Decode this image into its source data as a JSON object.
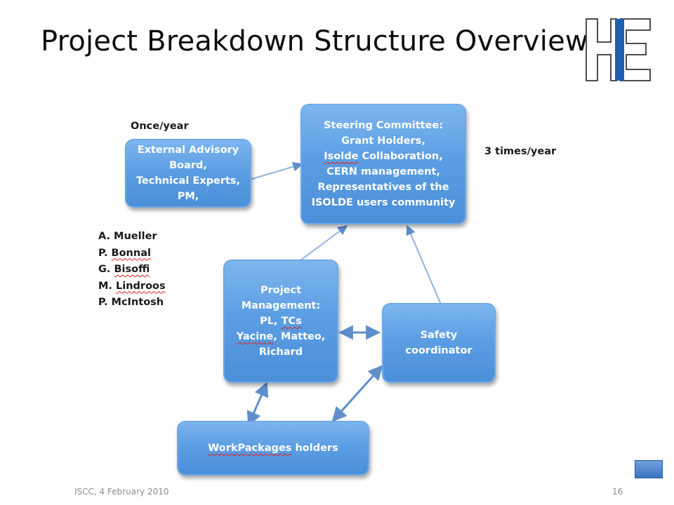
{
  "slide": {
    "title": "Project Breakdown Structure Overview",
    "footer_left": "ISCC, 4 February 2010",
    "page_number": "16"
  },
  "logo": {
    "icon": "he-logo-icon",
    "colors": {
      "outline": "#4d4d4d",
      "bar": "#1f5fb0"
    }
  },
  "colors": {
    "box_fill": "#5c9ee3",
    "box_border": "#6fa8e6",
    "arrow": "#5e8fcc",
    "spellcheck": "#e02020"
  },
  "labels": {
    "once_per_year": "Once/year",
    "three_times_per_year": "3 times/year"
  },
  "nodes": {
    "advisory": {
      "lines": [
        "External Advisory",
        "Board,",
        "Technical Experts,",
        "PM,"
      ]
    },
    "steering": {
      "l1": "Steering Committee:",
      "l2": "Grant Holders,",
      "l3a": "Isolde",
      "l3b": " Collaboration,",
      "l4": "CERN management,",
      "l5": "Representatives of the",
      "l6": "ISOLDE users community"
    },
    "pm": {
      "l1": "Project",
      "l2": "Management:",
      "l3a": "PL, ",
      "l3b": "TCs",
      "l4a": "Yacine",
      "l4b": ", Matteo,",
      "l5": "Richard"
    },
    "safety": {
      "l1": "Safety",
      "l2": "coordinator"
    },
    "workpackages": {
      "a": "WorkPackages",
      "b": " holders"
    }
  },
  "members": [
    {
      "prefix": "A. Mueller",
      "surname": ""
    },
    {
      "prefix": "P. ",
      "surname": "Bonnal"
    },
    {
      "prefix": "G. ",
      "surname": "Bisoffi"
    },
    {
      "prefix": "M. ",
      "surname": "Lindroos"
    },
    {
      "prefix": "P. McIntosh",
      "surname": ""
    }
  ]
}
